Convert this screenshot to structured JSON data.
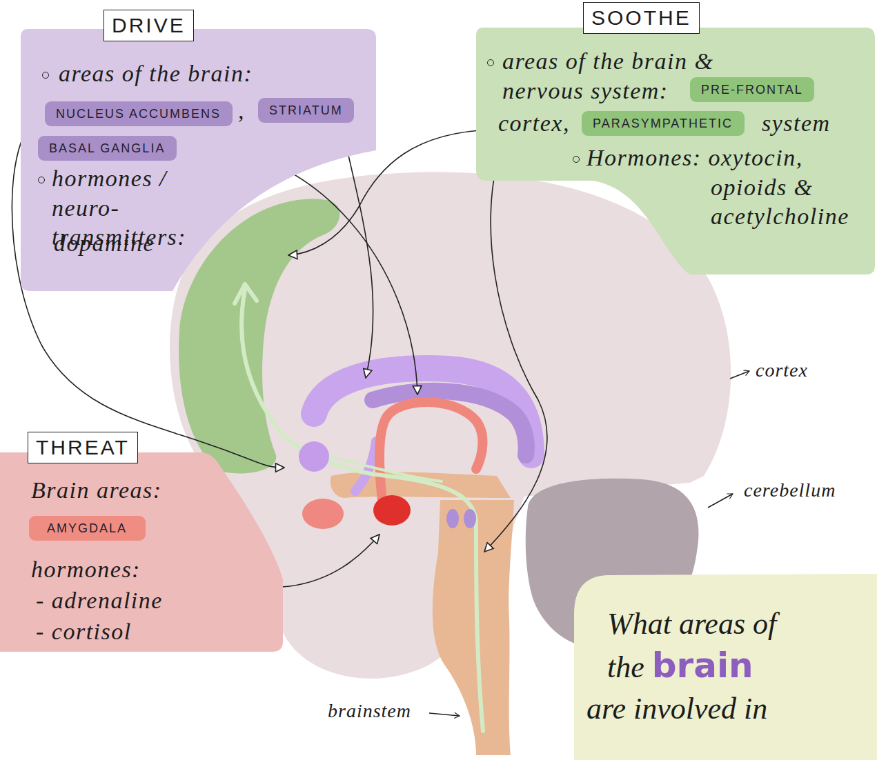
{
  "diagram": {
    "nodes": [
      {
        "text": [
          "areas of the brain:",
          ",",
          "hormones / neuro- transmitters:",
          "dopamine"
        ]
      },
      {
        "text": [
          "DRIVE"
        ],
        "in": 0
      },
      {
        "text": [
          "NUCLEUS ACCUMBENS"
        ],
        "in": 0
      },
      {
        "text": [
          "STRIATUM"
        ],
        "in": 0
      },
      {
        "text": [
          "BASAL GANGLIA"
        ],
        "in": 0
      },
      {
        "text": [
          "areas of the brain & nervous system:",
          "cortex,",
          "system",
          "Hormones: oxytocin, opioids & acetylcholine"
        ]
      },
      {
        "text": [
          "SOOTHE"
        ],
        "in": 5
      },
      {
        "text": [
          "PRE-FRONTAL"
        ],
        "in": 5
      },
      {
        "text": [
          "PARASYMPATHETIC"
        ],
        "in": 5
      },
      {
        "text": [
          "Brain areas:",
          "hormones:",
          "- adrenaline",
          "- cortisol"
        ]
      },
      {
        "text": [
          "THREAT"
        ],
        "in": 9
      },
      {
        "text": [
          "AMYGDALA"
        ],
        "in": 9
      },
      {
        "text": [
          "What areas of the",
          "brain",
          "are involved in"
        ]
      }
    ],
    "labels": [
      "cortex",
      "cerebellum",
      "brainstem"
    ]
  }
}
